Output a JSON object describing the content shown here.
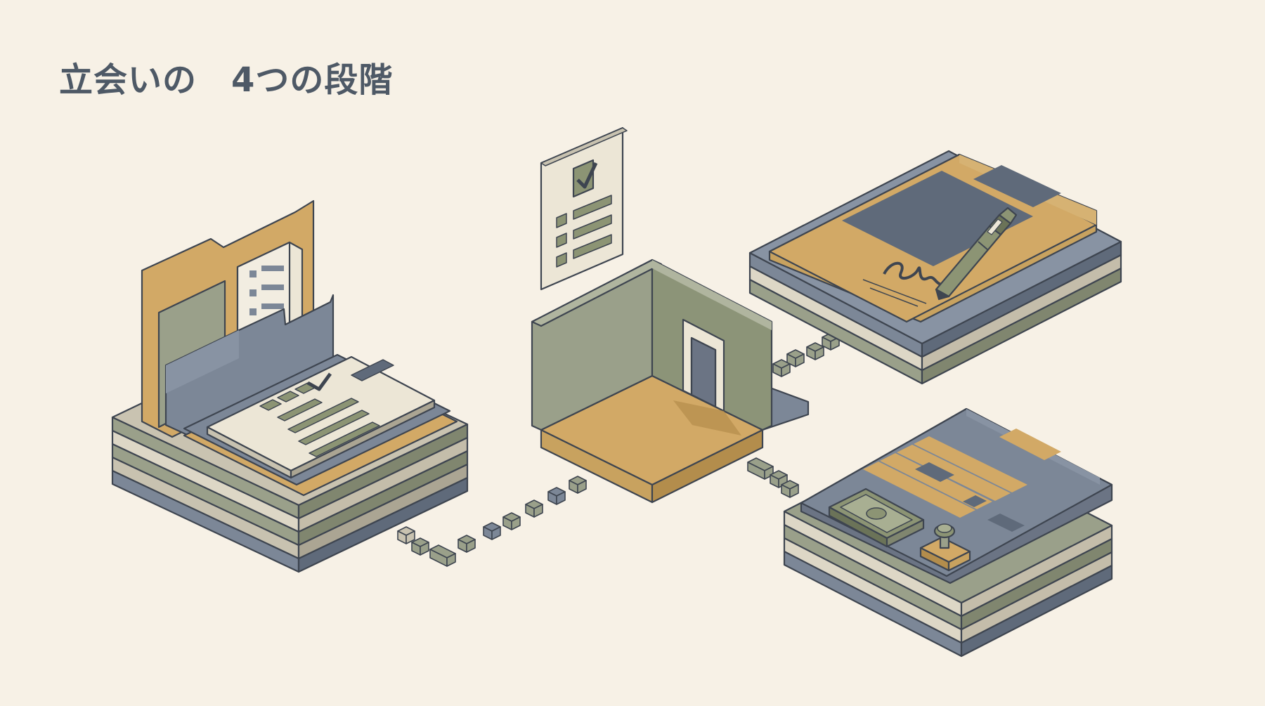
{
  "title": "立会いの　4つの段階",
  "colors": {
    "background": "#f7f1e6",
    "title": "#4e5966",
    "mustard": "#d2a966",
    "sage": "#9aa08a",
    "slate": "#7c8797",
    "paper": "#ece6d6",
    "outline": "#3e4550"
  },
  "stages": [
    {
      "id": "documents",
      "icon": "folder-with-checklist-icon"
    },
    {
      "id": "inspection",
      "icon": "room-with-door-icon"
    },
    {
      "id": "signing",
      "icon": "contract-with-pen-icon"
    },
    {
      "id": "settlement",
      "icon": "payment-and-stamp-icon"
    }
  ]
}
